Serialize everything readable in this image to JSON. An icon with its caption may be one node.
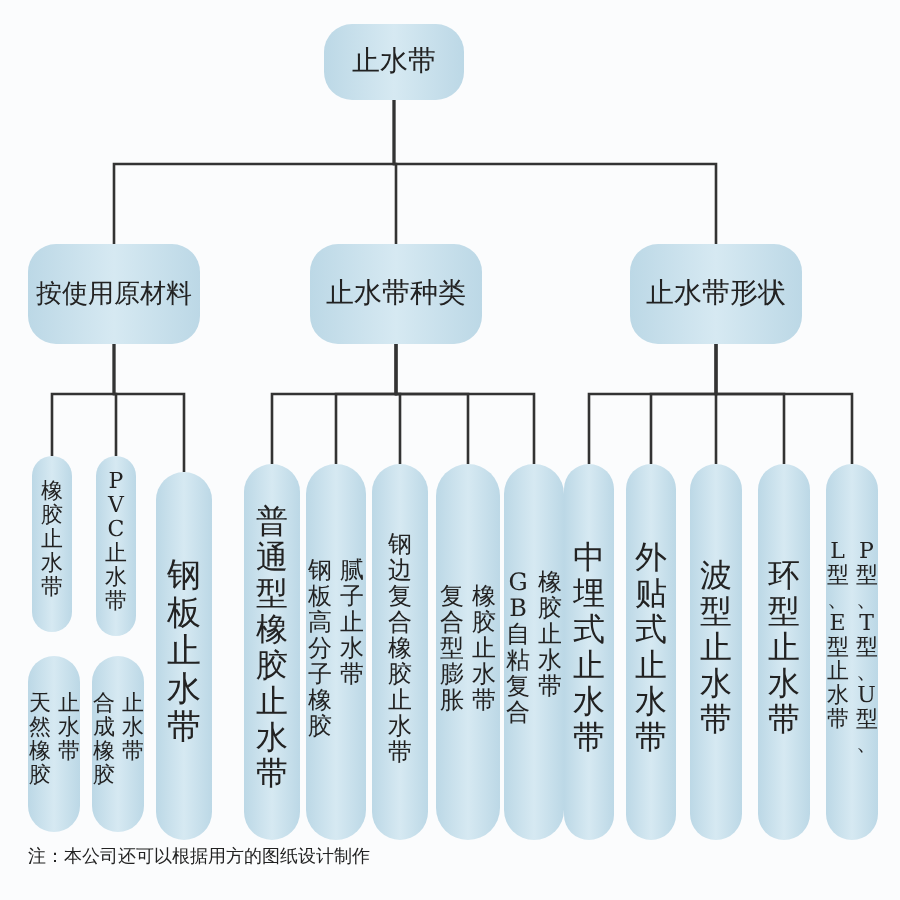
{
  "diagram": {
    "nodes": [
      {
        "text": [
          "止水带"
        ]
      },
      {
        "text": [
          "按使用原材料"
        ]
      },
      {
        "text": [
          "止水带种类"
        ]
      },
      {
        "text": [
          "止水带形状"
        ]
      },
      {
        "text": [
          "橡胶止水带"
        ]
      },
      {
        "text": [
          "PVC止水带"
        ]
      },
      {
        "text": [
          "钢板止水带"
        ]
      },
      {
        "text": [
          "普通型橡胶止水带"
        ]
      },
      {
        "text": [
          "钢板高分子橡胶腻子止水带"
        ]
      },
      {
        "text": [
          "钢边复合橡胶止水带"
        ]
      },
      {
        "text": [
          "复合型膨胀橡胶止水带"
        ]
      },
      {
        "text": [
          "GB自粘复合橡胶止水带"
        ]
      },
      {
        "text": [
          "中埋式止水带"
        ]
      },
      {
        "text": [
          "外贴式止水带"
        ]
      },
      {
        "text": [
          "波型止水带"
        ]
      },
      {
        "text": [
          "环型止水带"
        ]
      },
      {
        "text": [
          "P型、T型、U型、L型、E型止水带"
        ]
      },
      {
        "text": [
          "天然橡胶止水带"
        ]
      },
      {
        "text": [
          "合成橡胶止水带"
        ]
      }
    ],
    "edges": [
      {
        "from": 0,
        "to": 1,
        "arrow": "none"
      },
      {
        "from": 0,
        "to": 2,
        "arrow": "none"
      },
      {
        "from": 0,
        "to": 3,
        "arrow": "none"
      },
      {
        "from": 1,
        "to": 4,
        "arrow": "none"
      },
      {
        "from": 1,
        "to": 5,
        "arrow": "none"
      },
      {
        "from": 1,
        "to": 6,
        "arrow": "none"
      },
      {
        "from": 2,
        "to": 7,
        "arrow": "none"
      },
      {
        "from": 2,
        "to": 8,
        "arrow": "none"
      },
      {
        "from": 2,
        "to": 9,
        "arrow": "none"
      },
      {
        "from": 2,
        "to": 10,
        "arrow": "none"
      },
      {
        "from": 2,
        "to": 11,
        "arrow": "none"
      },
      {
        "from": 3,
        "to": 12,
        "arrow": "none"
      },
      {
        "from": 3,
        "to": 13,
        "arrow": "none"
      },
      {
        "from": 3,
        "to": 14,
        "arrow": "none"
      },
      {
        "from": 3,
        "to": 15,
        "arrow": "none"
      },
      {
        "from": 3,
        "to": 16,
        "arrow": "none"
      }
    ],
    "labels": [
      "注：本公司还可以根据用方的图纸设计制作"
    ]
  }
}
